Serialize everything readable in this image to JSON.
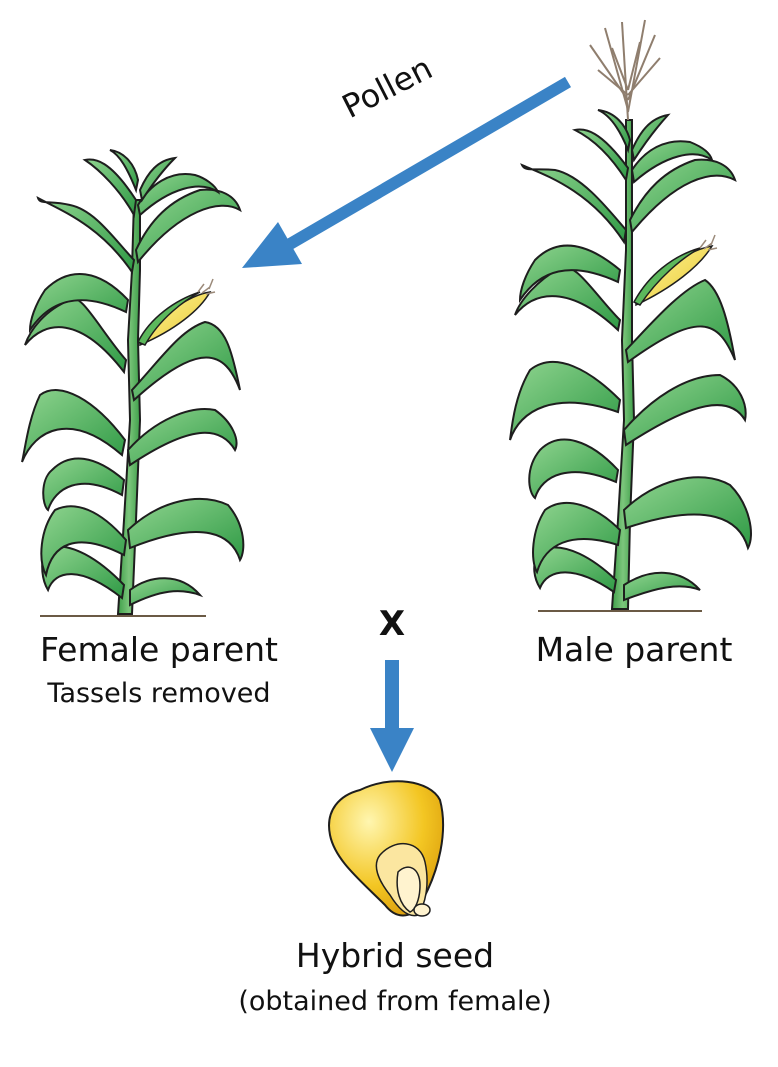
{
  "labels": {
    "pollen": "Pollen",
    "cross_symbol": "X",
    "female_parent": "Female parent",
    "female_note": "Tassels removed",
    "male_parent": "Male parent",
    "hybrid_seed": "Hybrid seed",
    "hybrid_note": "(obtained from female)"
  },
  "colors": {
    "arrow": "#3a83c6",
    "leaf": "#5cb85c",
    "leaf_dark": "#2e7d32",
    "stalk": "#4caf50",
    "tassel": "#9b8a7a",
    "seed": "#f0c020",
    "ground": "#6b5a45"
  }
}
